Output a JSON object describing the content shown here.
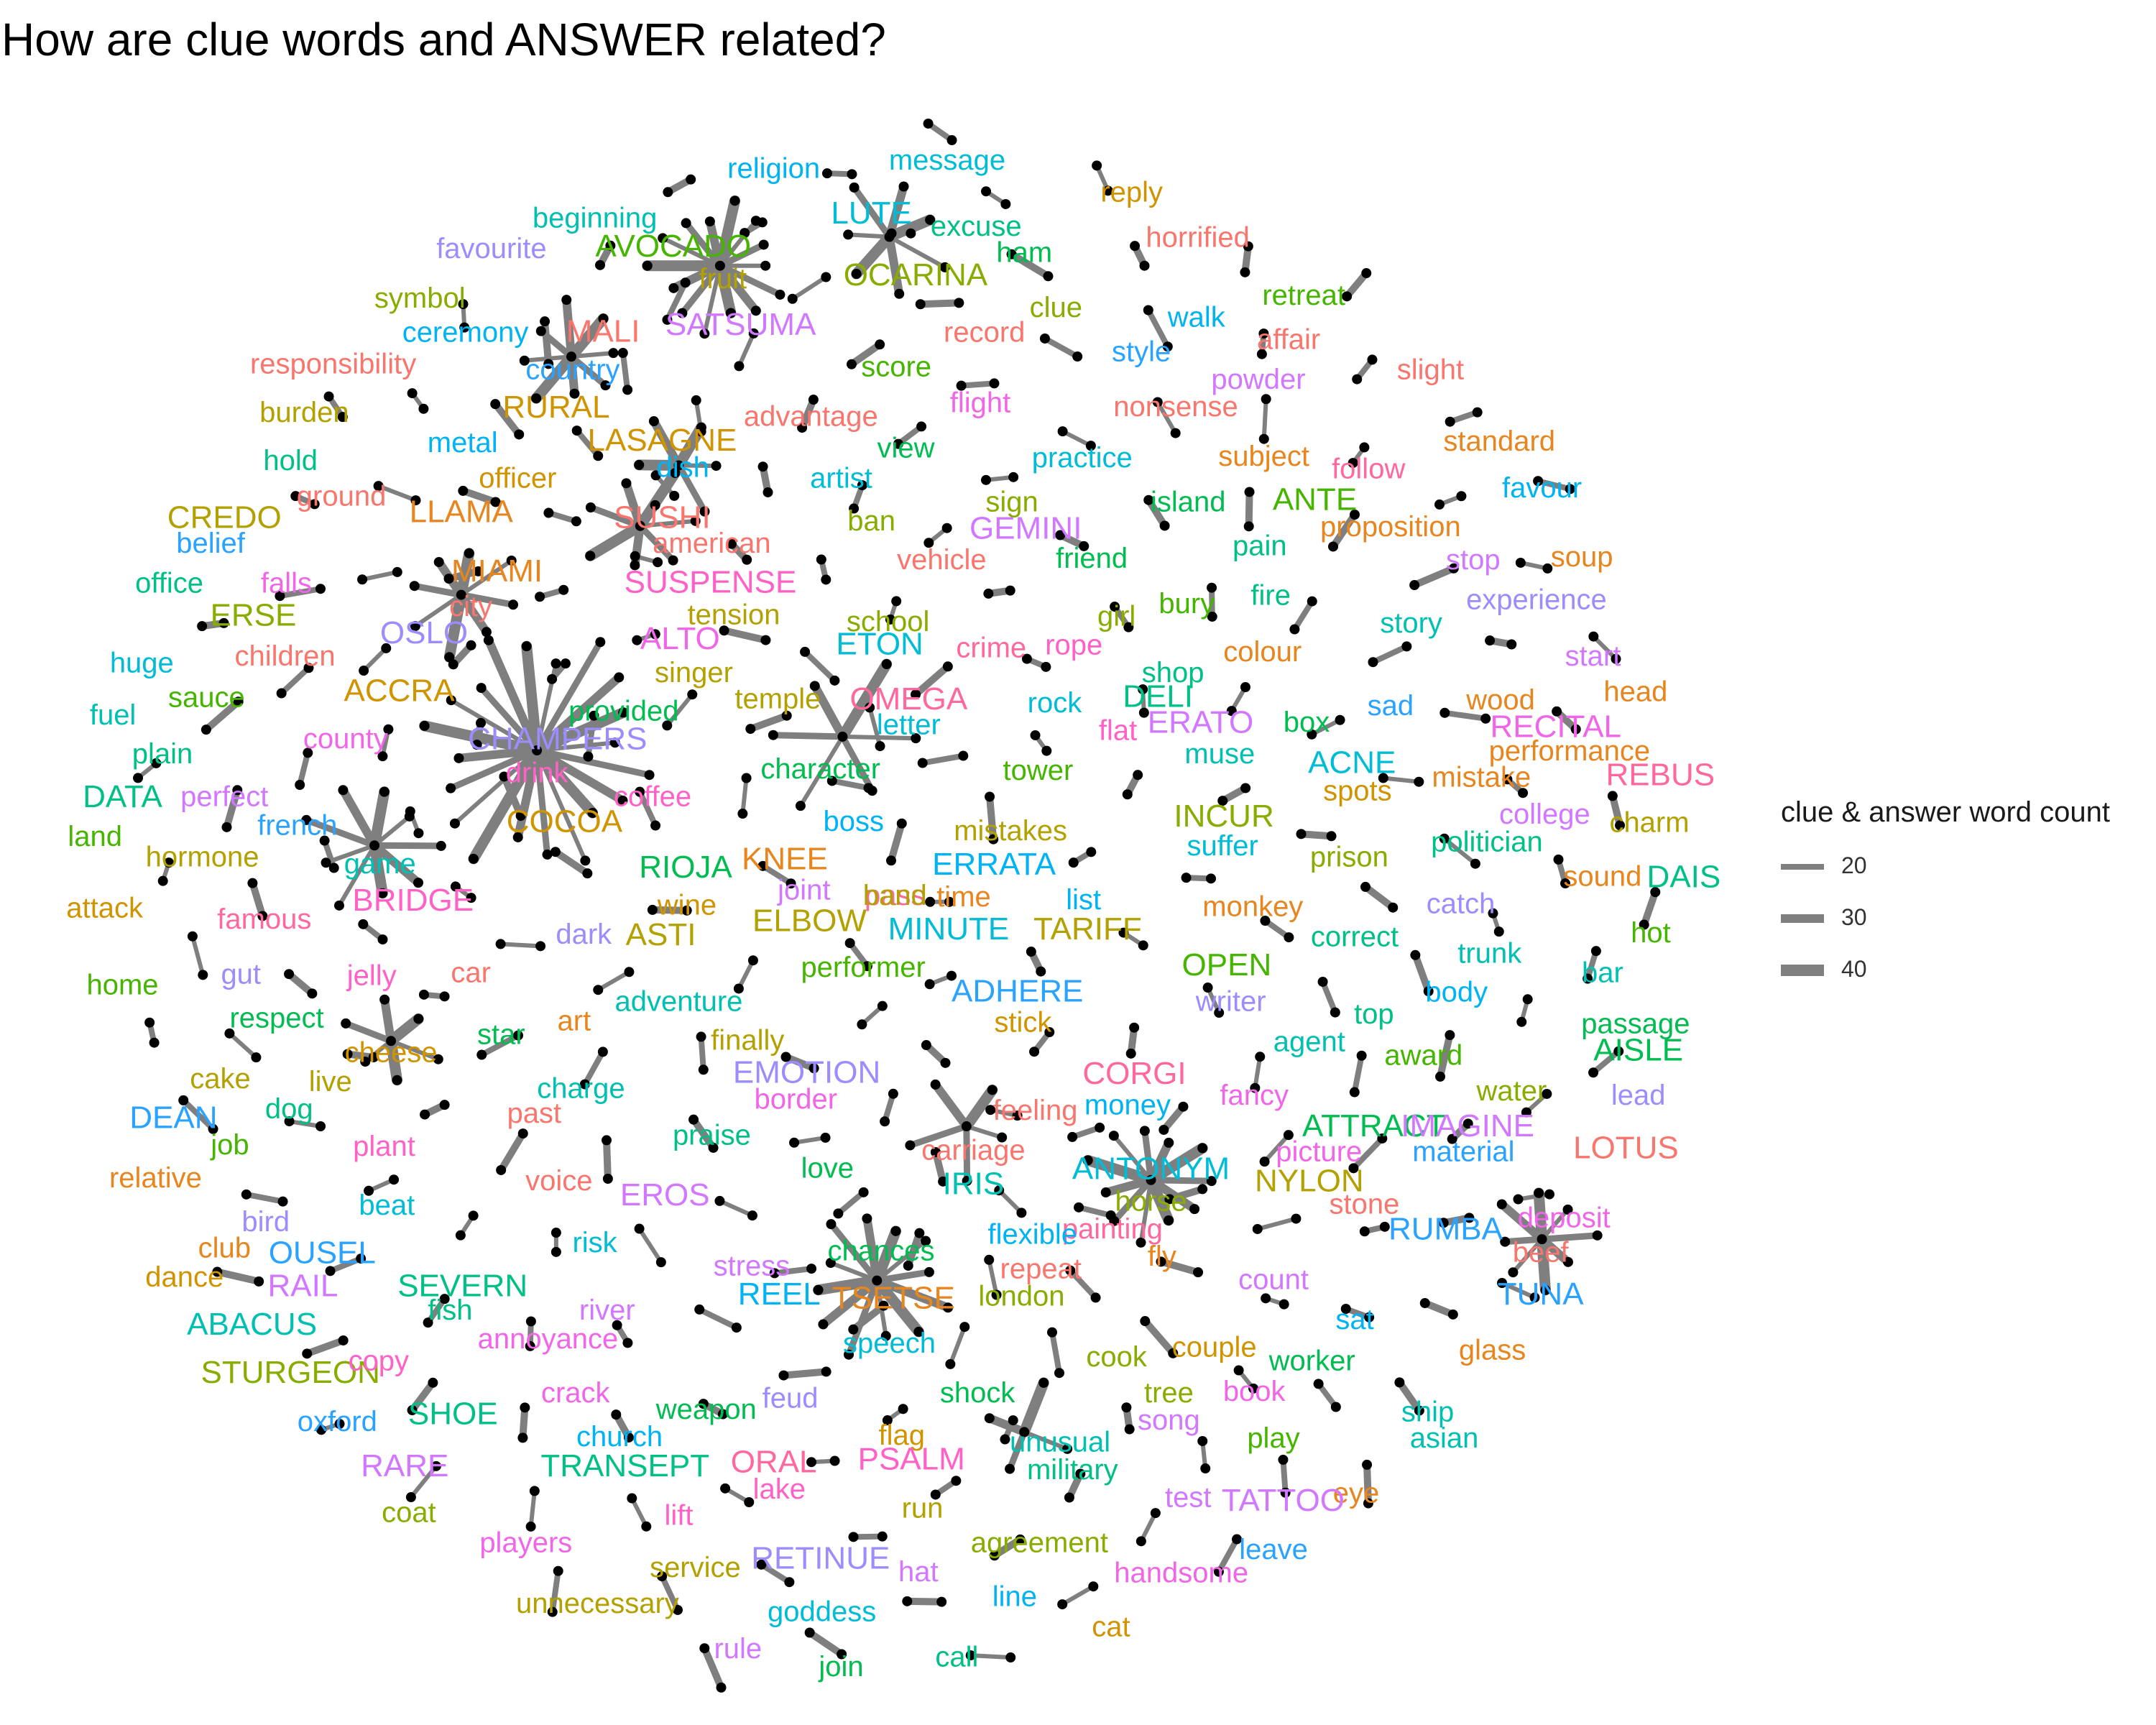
{
  "title": "How are clue words and ANSWER related?",
  "legend": {
    "title": "clue & answer word count",
    "entries": [
      {
        "label": "20",
        "value": 20
      },
      {
        "label": "30",
        "value": 30
      },
      {
        "label": "40",
        "value": 40
      }
    ]
  },
  "colors": {
    "palette": [
      "#F8766D",
      "#E7851E",
      "#D09400",
      "#B2A100",
      "#89AC00",
      "#45B500",
      "#00BC51",
      "#00C087",
      "#00C0B2",
      "#00BCD6",
      "#00B3F2",
      "#29A3FF",
      "#9C8DFF",
      "#D277FF",
      "#F166E8",
      "#FF61C7",
      "#FF689E"
    ],
    "edge": "#7f7f7f",
    "node": "#000000"
  },
  "words": [
    "religion",
    "message",
    "reply",
    "beginning",
    "AVOCADO",
    "excuse",
    "ham",
    "horrified",
    "favourite",
    "LUTE",
    "OCARINA",
    "symbol",
    "fruit",
    "SATSUMA",
    "record",
    "clue",
    "walk",
    "retreat",
    "ceremony",
    "MALI",
    "style",
    "affair",
    "country",
    "score",
    "powder",
    "slight",
    "responsibility",
    "RURAL",
    "flight",
    "nonsense",
    "burden",
    "advantage",
    "standard",
    "metal",
    "LASAGNE",
    "view",
    "subject",
    "hold",
    "dish",
    "practice",
    "follow",
    "officer",
    "artist",
    "island",
    "ANTE",
    "favour",
    "ground",
    "LLAMA",
    "sign",
    "proposition",
    "CREDO",
    "SUSHI",
    "GEMINI",
    "soup",
    "belief",
    "american",
    "ban",
    "pain",
    "stop",
    "falls",
    "MIAMI",
    "vehicle",
    "friend",
    "experience",
    "office",
    "SUSPENSE",
    "fire",
    "city",
    "ERSE",
    "tension",
    "school",
    "bury",
    "girl",
    "story",
    "OSLO",
    "ALTO",
    "ETON",
    "crime",
    "rope",
    "colour",
    "children",
    "start",
    "huge",
    "ACCRA",
    "singer",
    "shop",
    "head",
    "sauce",
    "temple",
    "OMEGA",
    "rock",
    "sad",
    "wood",
    "provided",
    "DELI",
    "fuel",
    "CHAMPERS",
    "letter",
    "flat",
    "ERATO",
    "box",
    "RECITAL",
    "county",
    "drink",
    "performance",
    "plain",
    "character",
    "muse",
    "ACNE",
    "mistake",
    "REBUS",
    "tower",
    "spots",
    "perfect",
    "coffee",
    "DATA",
    "COCOA",
    "college",
    "charm",
    "land",
    "boss",
    "INCUR",
    "french",
    "mistakes",
    "politician",
    "suffer",
    "prison",
    "hormone",
    "game",
    "KNEE",
    "RIOJA",
    "ERRATA",
    "sound",
    "DAIS",
    "BRIDGE",
    "joint",
    "attack",
    "wine",
    "time",
    "list",
    "catch",
    "monkey",
    "famous",
    "ELBOW",
    "MINUTE",
    "TARIFF",
    "dark",
    "correct",
    "hot",
    "ASTI",
    "trunk",
    "home",
    "gut",
    "jelly",
    "car",
    "performer",
    "OPEN",
    "body",
    "bar",
    "ADHERE",
    "adventure",
    "writer",
    "respect",
    "top",
    "agent",
    "passage",
    "star",
    "art",
    "stick",
    "cheese",
    "finally",
    "award",
    "AISLE",
    "EMOTION",
    "CORGI",
    "cake",
    "live",
    "charge",
    "water",
    "fancy",
    "past",
    "border",
    "feeling",
    "money",
    "dog",
    "ATTRACT",
    "DEAN",
    "lead",
    "IMAGINE",
    "plant",
    "praise",
    "job",
    "carriage",
    "material",
    "LOTUS",
    "picture",
    "love",
    "voice",
    "relative",
    "ANTONYM",
    "IRIS",
    "NYLON",
    "EROS",
    "beat",
    "stone",
    "horse",
    "deposit",
    "bird",
    "RUMBA",
    "painting",
    "club",
    "OUSEL",
    "risk",
    "flexible",
    "beef",
    "fly",
    "dance",
    "RAIL",
    "stress",
    "chances",
    "SEVERN",
    "TUNA",
    "count",
    "REEL",
    "repeat",
    "river",
    "TSETSE",
    "london",
    "fish",
    "sat",
    "ABACUS",
    "couple",
    "annoyance",
    "glass",
    "speech",
    "worker",
    "STURGEON",
    "cook",
    "copy",
    "shock",
    "feud",
    "weapon",
    "tree",
    "book",
    "SHOE",
    "ship",
    "crack",
    "song",
    "play",
    "oxford",
    "flag",
    "unusual",
    "asian",
    "church",
    "PSALM",
    "ORAL",
    "RARE",
    "military",
    "eye",
    "TRANSEPT",
    "lake",
    "test",
    "TATTOO",
    "coat",
    "run",
    "players",
    "lift",
    "leave",
    "agreement",
    "handsome",
    "RETINUE",
    "service",
    "hat",
    "unnecessary",
    "goddess",
    "line",
    "cat",
    "call",
    "rule",
    "join",
    "pass",
    "band"
  ]
}
